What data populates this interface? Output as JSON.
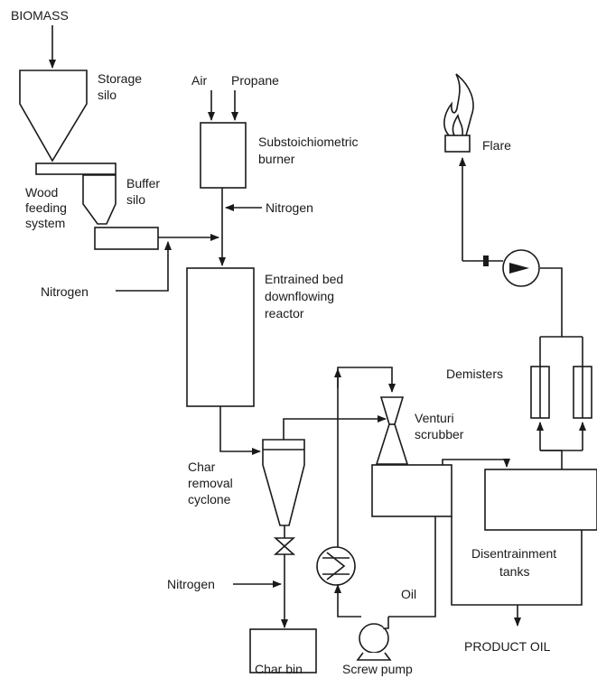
{
  "labels": {
    "biomass": "BIOMASS",
    "storage_silo": [
      "Storage",
      "silo"
    ],
    "wood_feeding_system": [
      "Wood",
      "feeding",
      "system"
    ],
    "buffer_silo": [
      "Buffer",
      "silo"
    ],
    "nitrogen_feed": "Nitrogen",
    "air": "Air",
    "propane": "Propane",
    "burner": [
      "Substoichiometric",
      "burner"
    ],
    "nitrogen_burner": "Nitrogen",
    "reactor": [
      "Entrained bed",
      "downflowing",
      "reactor"
    ],
    "char_cyclone": [
      "Char",
      "removal",
      "cyclone"
    ],
    "nitrogen_char": "Nitrogen",
    "char_bin": "Char bin",
    "screw_pump": "Screw pump",
    "oil": "Oil",
    "venturi": [
      "Venturi",
      "scrubber"
    ],
    "demisters": "Demisters",
    "flare": "Flare",
    "disentrainment": [
      "Disentrainment",
      "tanks"
    ],
    "product_oil": "PRODUCT OIL"
  }
}
